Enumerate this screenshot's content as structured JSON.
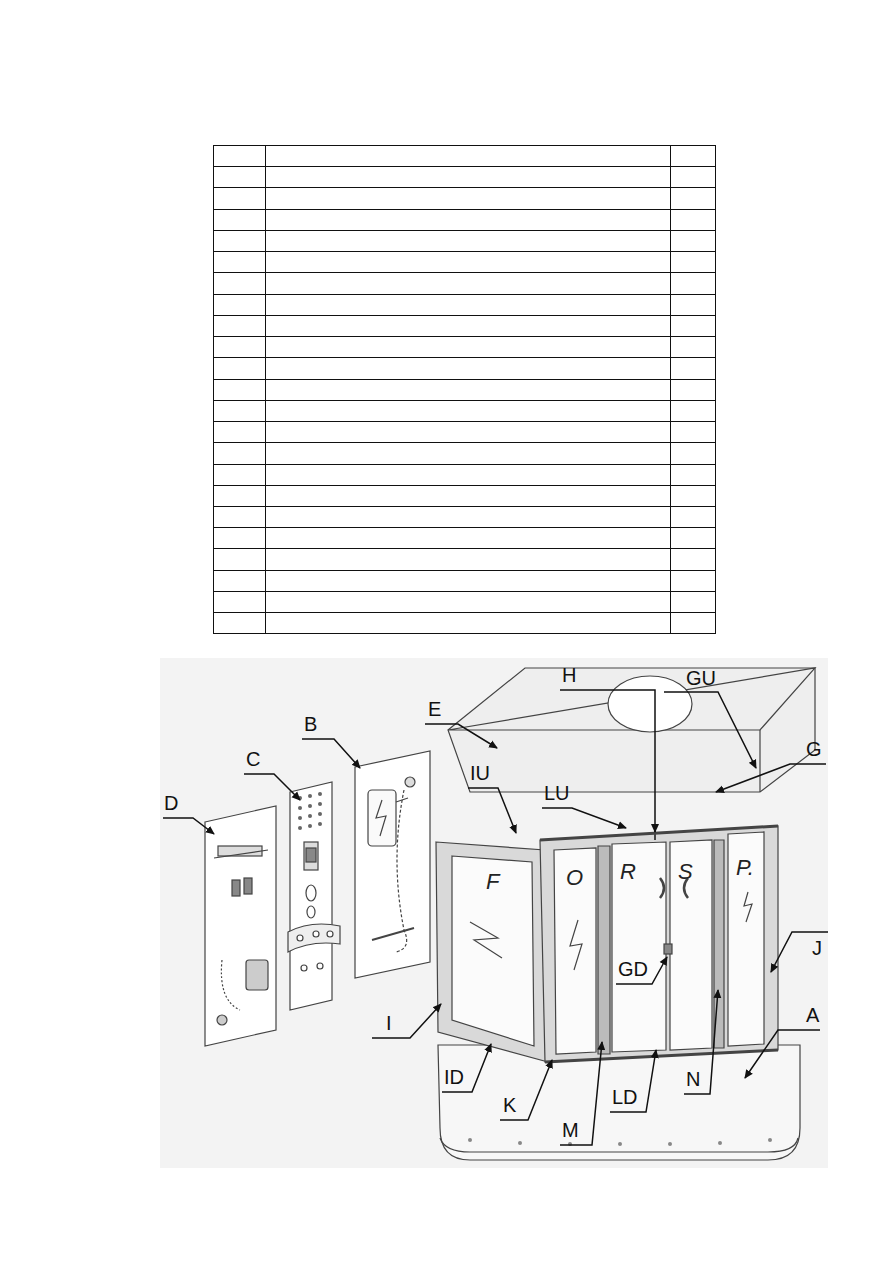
{
  "diagram": {
    "labels": [
      "H",
      "GU",
      "E",
      "B",
      "G",
      "C",
      "D",
      "IU",
      "LU",
      "F",
      "O",
      "R",
      "S",
      "P.",
      "J",
      "GD",
      "I",
      "A",
      "ID",
      "K",
      "N",
      "LD",
      "M"
    ]
  }
}
